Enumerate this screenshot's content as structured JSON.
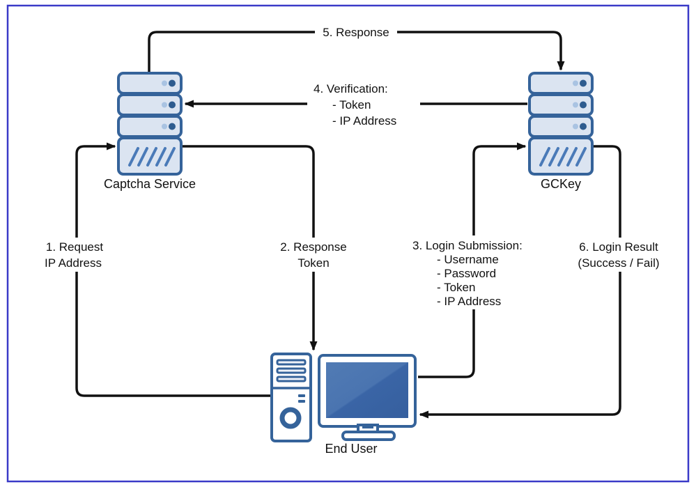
{
  "colors": {
    "background": "#ffffff",
    "page_border": "#3a3ac8",
    "flow_line": "#111111",
    "label_text": "#111111",
    "node_border": "#35639a",
    "node_fill": "#dbe4f1",
    "dot_light": "#a9c3e2",
    "dot_dark": "#2e5c8f",
    "slash": "#4a7ab8",
    "screen_light": "#4d77b0",
    "screen_dark": "#3a65a6"
  },
  "nodes": {
    "captcha": {
      "label": "Captcha Service"
    },
    "gckey": {
      "label": "GCKey"
    },
    "end_user": {
      "label": "End User"
    }
  },
  "flows": {
    "f1": {
      "lines": [
        "1. Request",
        "IP Address"
      ]
    },
    "f2": {
      "lines": [
        "2. Response",
        "Token"
      ]
    },
    "f3": {
      "lines": [
        "3. Login Submission:",
        "- Username",
        "- Password",
        "- Token",
        "- IP Address"
      ]
    },
    "f4": {
      "lines": [
        "4. Verification:",
        "- Token",
        "- IP Address"
      ]
    },
    "f5": {
      "lines": [
        "5. Response"
      ]
    },
    "f6": {
      "lines": [
        "6. Login Result",
        "(Success / Fail)"
      ]
    }
  }
}
